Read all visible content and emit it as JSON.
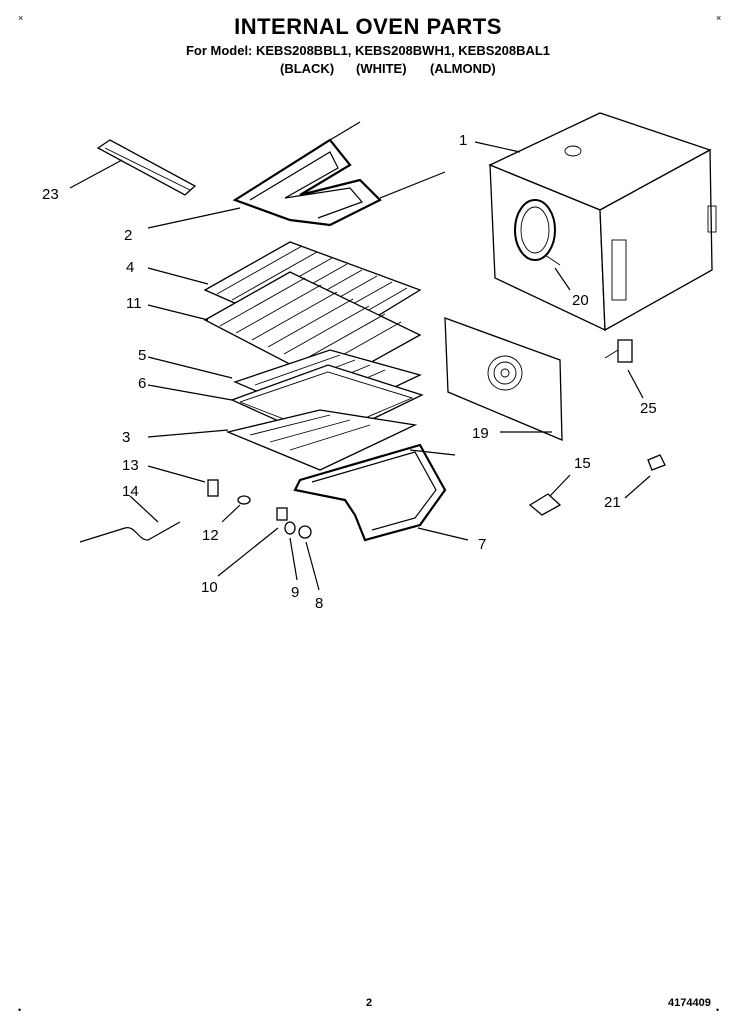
{
  "header": {
    "title": "INTERNAL OVEN PARTS",
    "models": "For Model: KEBS208BBL1, KEBS208BWH1, KEBS208BAL1",
    "color_black": "(BLACK)",
    "color_white": "(WHITE)",
    "color_almond": "(ALMOND)"
  },
  "callouts": [
    "1",
    "2",
    "3",
    "4",
    "5",
    "6",
    "7",
    "8",
    "9",
    "10",
    "11",
    "12",
    "13",
    "14",
    "15",
    "19",
    "20",
    "21",
    "23",
    "25"
  ],
  "footer": {
    "page_number": "2",
    "doc_number": "4174409"
  },
  "corner_mark": "×"
}
